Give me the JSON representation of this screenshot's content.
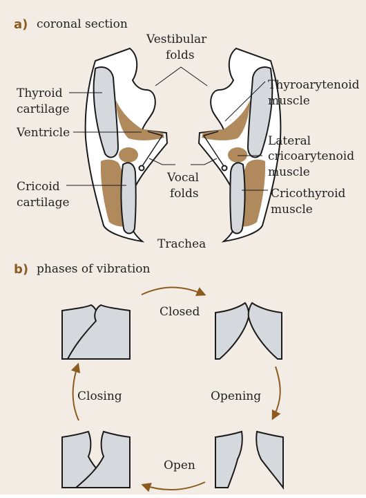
{
  "colors": {
    "panel_background": "#f3ece5",
    "tissue_white": "#ffffff",
    "cartilage_gray": "#d5d8dc",
    "muscle_brown": "#b08a5c",
    "outline": "#1a1a1a",
    "accent_arrow": "#8b5a1e"
  },
  "section_a": {
    "letter": "a)",
    "title": "coronal section",
    "labels": {
      "vestibular_1": "Vestibular",
      "vestibular_2": "folds",
      "thyroid_1": "Thyroid",
      "thyroid_2": "cartilage",
      "ventricle": "Ventricle",
      "cricoid_1": "Cricoid",
      "cricoid_2": "cartilage",
      "thyroarytenoid_1": "Thyroarytenoid",
      "thyroarytenoid_2": "muscle",
      "lateral_1": "Lateral",
      "lateral_2": "cricoarytenoid",
      "lateral_3": "muscle",
      "vocal_1": "Vocal",
      "vocal_2": "folds",
      "cricothyroid_1": "Cricothyroid",
      "cricothyroid_2": "muscle",
      "trachea": "Trachea"
    }
  },
  "section_b": {
    "letter": "b)",
    "title": "phases of vibration",
    "phases": {
      "closed": "Closed",
      "opening": "Opening",
      "open": "Open",
      "closing": "Closing"
    }
  }
}
